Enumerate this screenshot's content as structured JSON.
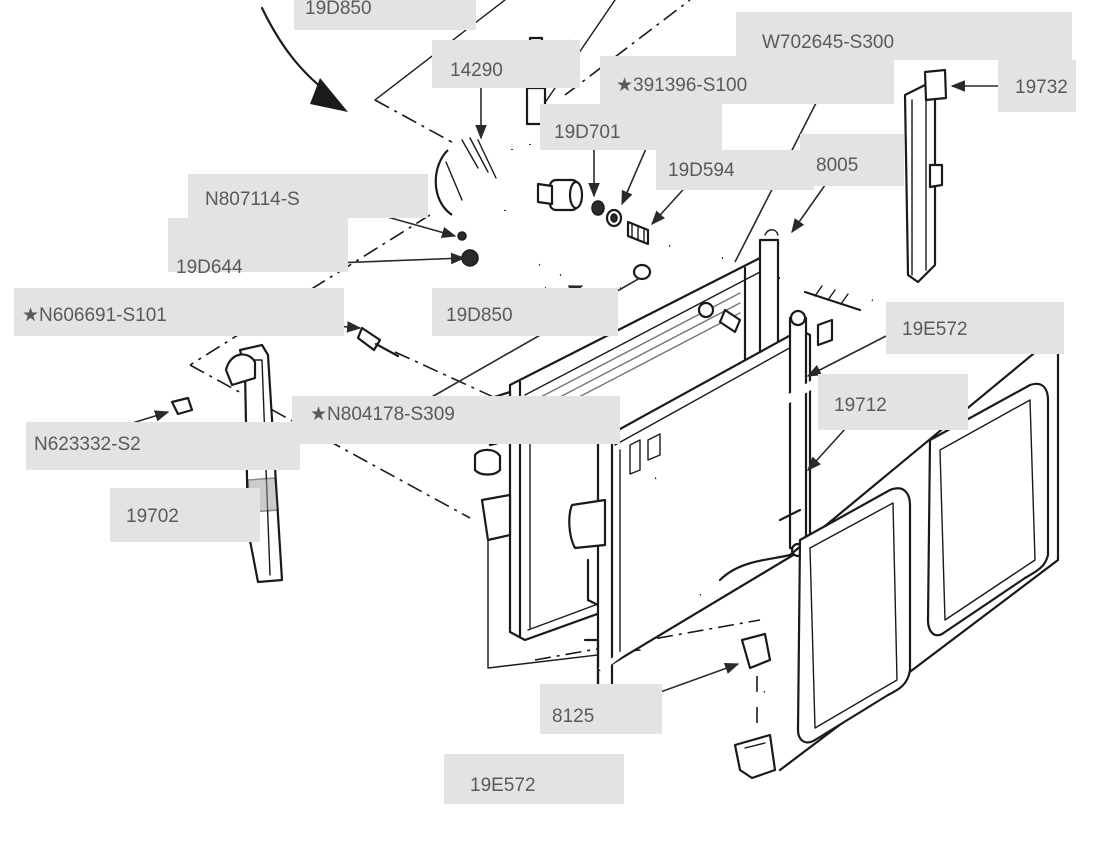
{
  "callouts": {
    "c19D850_top": "19D850",
    "c14290": "14290",
    "cW702645": "W702645-S300",
    "c391396": "★391396-S100",
    "c19732": "19732",
    "c19D701": "19D701",
    "c19D594": "19D594",
    "c8005": "8005",
    "cN807114": "N807114-S",
    "c19D644": "19D644",
    "cN606691": "★N606691-S101",
    "c19D850_mid": "19D850",
    "c19E572_top": "19E572",
    "cN804178": "★N804178-S309",
    "c19712": "19712",
    "cN623332": "N623332-S2",
    "c19702": "19702",
    "c8125": "8125",
    "c19E572_bottom": "19E572"
  },
  "colors": {
    "label_background": "#e3e3e3",
    "label_text": "#5a5a5a",
    "line_art": "#1a1a1a",
    "page_background": "#ffffff"
  }
}
